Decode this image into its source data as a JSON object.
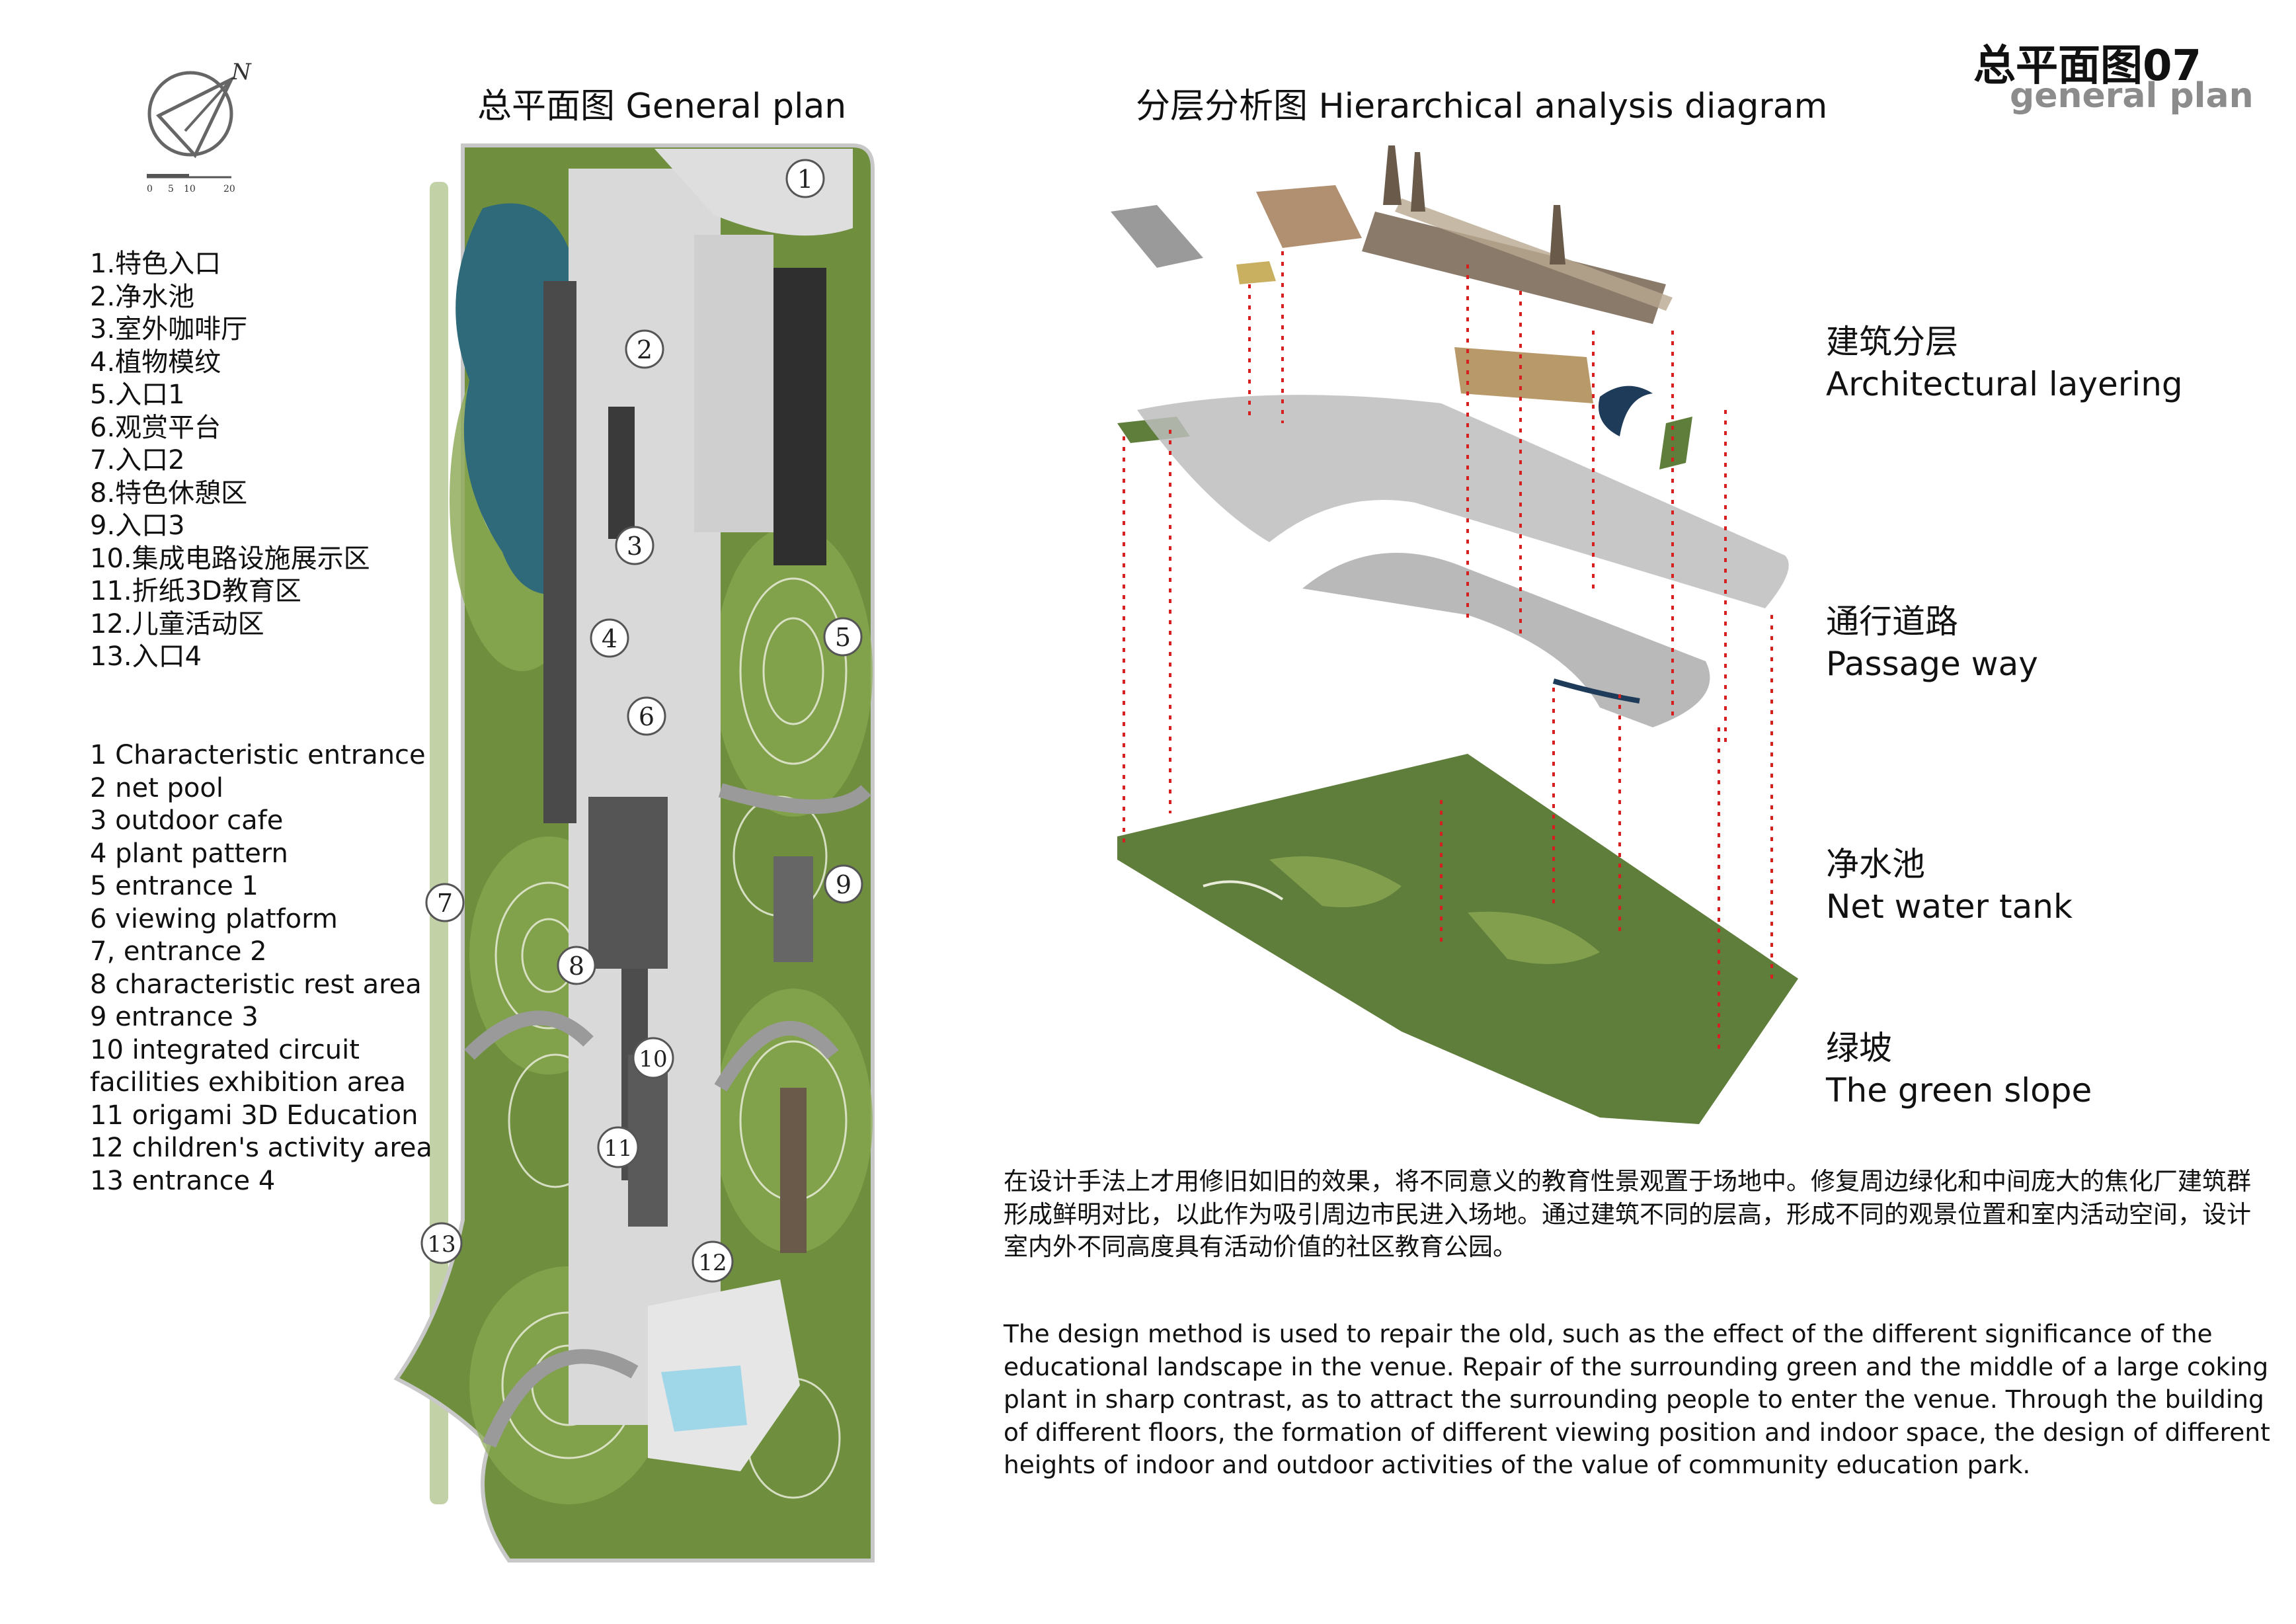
{
  "page": {
    "title": "总平面图07",
    "subtitle": "general plan"
  },
  "general_plan": {
    "heading": "总平面图 General plan",
    "north_label": "N",
    "scale_ticks": [
      "0",
      "5",
      "10",
      "20"
    ],
    "markers": [
      "1",
      "2",
      "3",
      "4",
      "5",
      "6",
      "7",
      "8",
      "9",
      "10",
      "11",
      "12",
      "13"
    ]
  },
  "legend_cn": [
    "1.特色入口",
    "2.净水池",
    "3.室外咖啡厅",
    "4.植物模纹",
    "5.入口1",
    "6.观赏平台",
    "7.入口2",
    "8.特色休憩区",
    "9.入口3",
    "10.集成电路设施展示区",
    "11.折纸3D教育区",
    "12.儿童活动区",
    "13.入口4"
  ],
  "legend_en": [
    "1 Characteristic entrance",
    "2 net pool",
    "3 outdoor cafe",
    "4 plant pattern",
    "5 entrance 1",
    "6 viewing platform",
    "7, entrance 2",
    "8 characteristic rest area",
    "9 entrance 3",
    "10 integrated circuit",
    "facilities exhibition area",
    "11 origami 3D Education",
    "12 children's activity area",
    "13 entrance 4"
  ],
  "analysis": {
    "heading": "分层分析图 Hierarchical analysis diagram",
    "layers": [
      {
        "cn": "建筑分层",
        "en": "Architectural layering"
      },
      {
        "cn": "通行道路",
        "en": "Passage way"
      },
      {
        "cn": "净水池",
        "en": "Net water tank"
      },
      {
        "cn": "绿坡",
        "en": "The green slope"
      }
    ]
  },
  "description": {
    "cn": "在设计手法上才用修旧如旧的效果，将不同意义的教育性景观置于场地中。修复周边绿化和中间庞大的焦化厂建筑群形成鲜明对比，以此作为吸引周边市民进入场地。通过建筑不同的层高，形成不同的观景位置和室内活动空间，设计室内外不同高度具有活动价值的社区教育公园。",
    "en": "The design method is used to repair the old, such as the effect of the different significance of the educational landscape in the venue. Repair of the surrounding green and the middle of a large coking plant in sharp contrast, as to attract the surrounding people to enter the venue. Through the building of different floors, the formation of different viewing position and indoor space, the design of different heights of indoor and outdoor activities of the value of community education park."
  },
  "colors": {
    "green_dark": "#5f7d3b",
    "green_light": "#8aa851",
    "water": "#2e6a7a",
    "water_bright": "#1fb4c8",
    "paving": "#d9d9d9",
    "building": "#4a4a4a",
    "dot_line": "#d62020",
    "path_grey": "#9a9a9a"
  }
}
